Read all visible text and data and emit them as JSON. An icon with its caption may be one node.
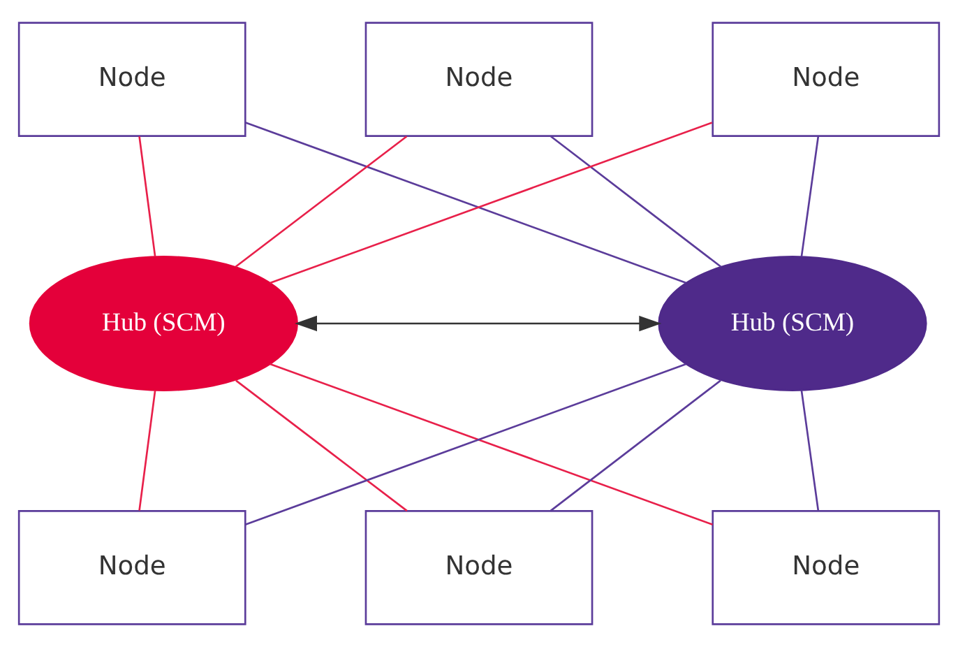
{
  "diagram": {
    "nodes": [
      {
        "text": [
          "Node"
        ]
      },
      {
        "text": [
          "Node"
        ]
      },
      {
        "text": [
          "Node"
        ]
      },
      {
        "text": [
          "Hub (SCM)"
        ]
      },
      {
        "text": [
          "Hub (SCM)"
        ]
      },
      {
        "text": [
          "Node"
        ]
      },
      {
        "text": [
          "Node"
        ]
      },
      {
        "text": [
          "Node"
        ]
      }
    ],
    "edges": [
      {
        "from": 0,
        "to": 3,
        "arrow": "none",
        "color": "#e8204a"
      },
      {
        "from": 1,
        "to": 3,
        "arrow": "none",
        "color": "#e8204a"
      },
      {
        "from": 2,
        "to": 3,
        "arrow": "none",
        "color": "#e8204a"
      },
      {
        "from": 3,
        "to": 5,
        "arrow": "none",
        "color": "#e8204a"
      },
      {
        "from": 3,
        "to": 6,
        "arrow": "none",
        "color": "#e8204a"
      },
      {
        "from": 3,
        "to": 7,
        "arrow": "none",
        "color": "#e8204a"
      },
      {
        "from": 0,
        "to": 4,
        "arrow": "none",
        "color": "#5b3c9a"
      },
      {
        "from": 1,
        "to": 4,
        "arrow": "none",
        "color": "#5b3c9a"
      },
      {
        "from": 2,
        "to": 4,
        "arrow": "none",
        "color": "#5b3c9a"
      },
      {
        "from": 4,
        "to": 5,
        "arrow": "none",
        "color": "#5b3c9a"
      },
      {
        "from": 4,
        "to": 6,
        "arrow": "none",
        "color": "#5b3c9a"
      },
      {
        "from": 4,
        "to": 7,
        "arrow": "none",
        "color": "#5b3c9a"
      },
      {
        "from": 3,
        "to": 4,
        "arrow": "both",
        "color": "#333333"
      }
    ]
  }
}
